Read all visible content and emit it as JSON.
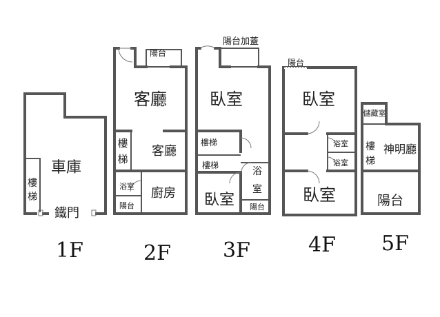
{
  "floors": [
    {
      "label": "1F",
      "rooms": {
        "garage": "車庫",
        "stair": "樓梯",
        "iron_gate": "鐵門"
      }
    },
    {
      "label": "2F",
      "rooms": {
        "balcony_top": "陽台",
        "living_big": "客廳",
        "stair": "樓梯",
        "living_small": "客廳",
        "bath": "浴室",
        "kitchen": "廚房",
        "balcony_bottom": "陽台"
      }
    },
    {
      "label": "3F",
      "rooms": {
        "balcony_added": "陽台加蓋",
        "bedroom_top": "臥室",
        "stair_a": "樓梯",
        "stair_b": "樓梯",
        "bath": "浴室",
        "bedroom_bottom": "臥室",
        "balcony": "陽台"
      }
    },
    {
      "label": "4F",
      "rooms": {
        "balcony": "陽台",
        "bedroom_top": "臥室",
        "bath_a": "浴室",
        "bath_b": "浴室",
        "bedroom_bottom": "臥室"
      }
    },
    {
      "label": "5F",
      "rooms": {
        "storage": "儲藏室",
        "stair": "樓梯",
        "shrine_hall": "神明廳",
        "balcony": "陽台"
      }
    }
  ]
}
